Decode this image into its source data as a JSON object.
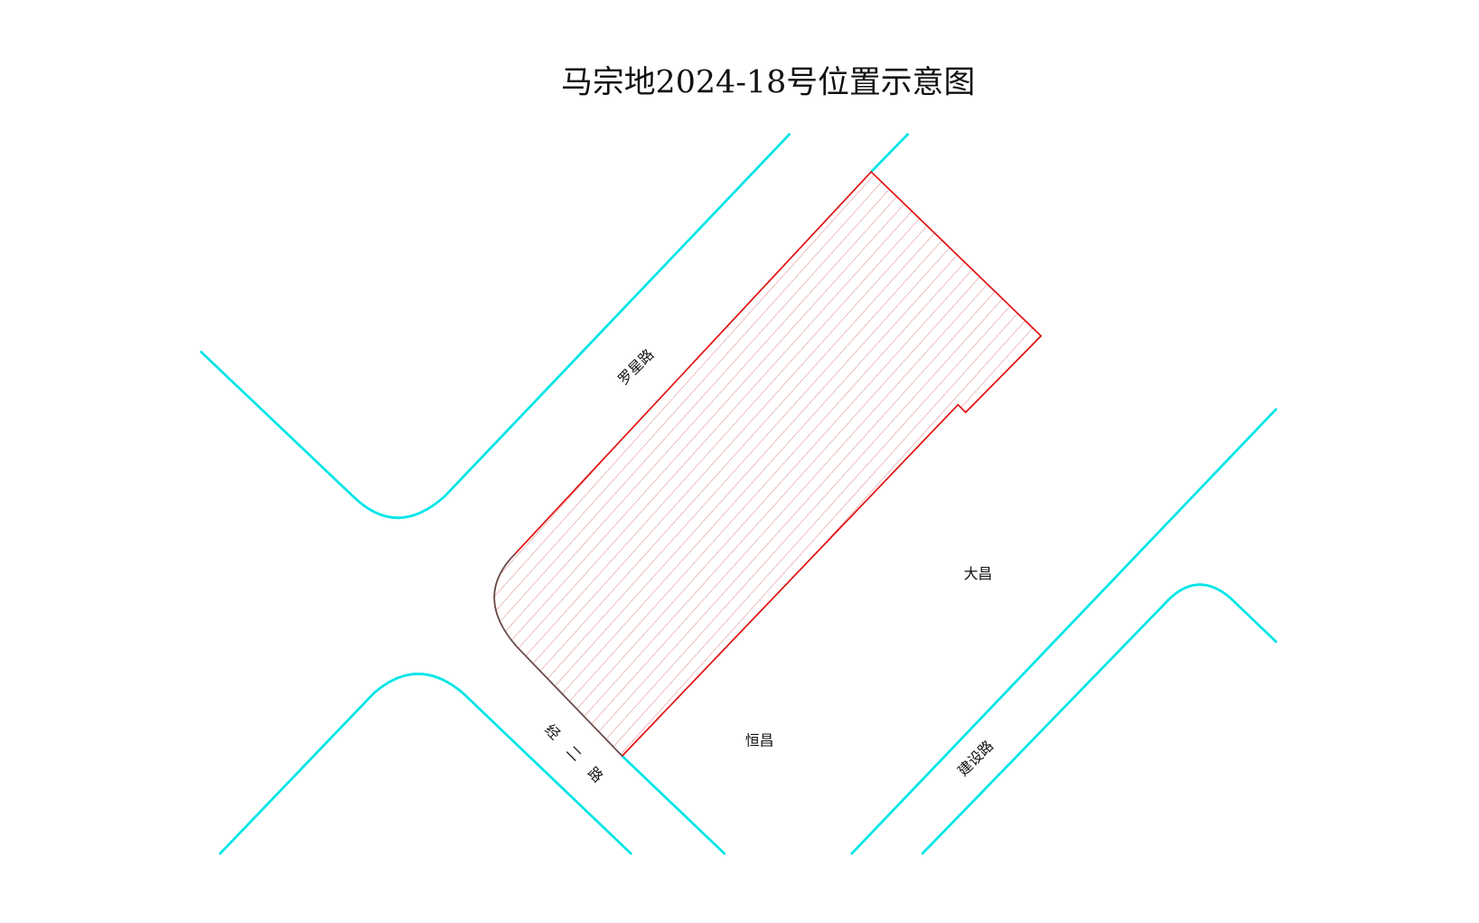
{
  "title": "马宗地2024-18号位置示意图",
  "roads": {
    "luoxing": "罗星路",
    "jinger": "经 二 路",
    "jianshe": "建设路"
  },
  "places": {
    "dachang": "大昌",
    "hengchang": "恒昌"
  },
  "colors": {
    "road": "#00e5e8",
    "parcel_outline": "#e01010",
    "hatch": "#d98080"
  }
}
